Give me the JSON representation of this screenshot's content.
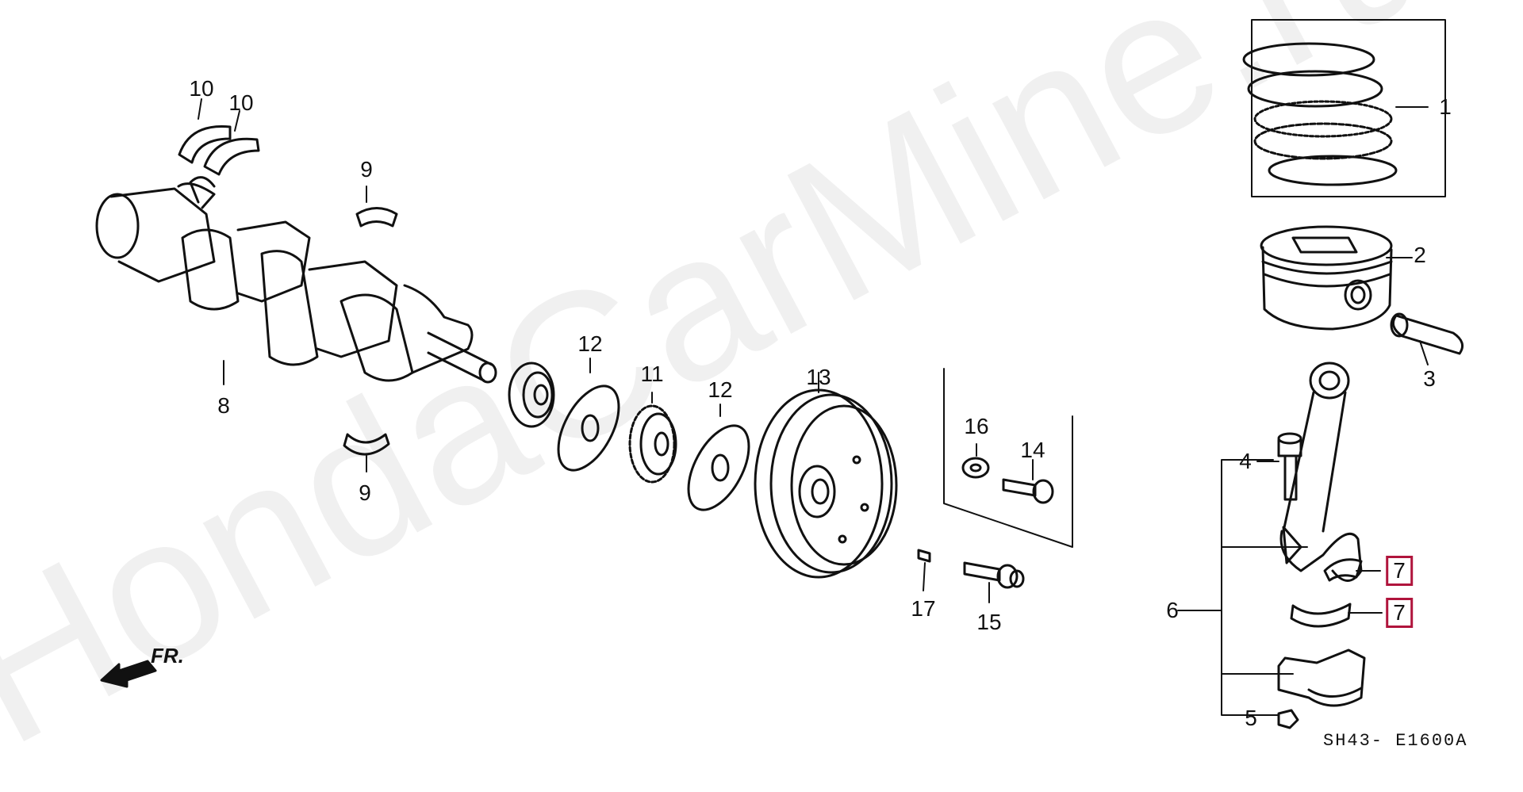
{
  "watermark": "HondaCarMine.ru",
  "diagram_code": "SH43- E1600A",
  "direction_label": "FR.",
  "highlight_color": "#b0143c",
  "callouts": {
    "c1": "1",
    "c2": "2",
    "c3": "3",
    "c4": "4",
    "c5": "5",
    "c6": "6",
    "c7a": "7",
    "c7b": "7",
    "c8": "8",
    "c9a": "9",
    "c9b": "9",
    "c10a": "10",
    "c10b": "10",
    "c11": "11",
    "c12a": "12",
    "c12b": "12",
    "c13": "13",
    "c14": "14",
    "c15": "15",
    "c16": "16",
    "c17": "17"
  }
}
